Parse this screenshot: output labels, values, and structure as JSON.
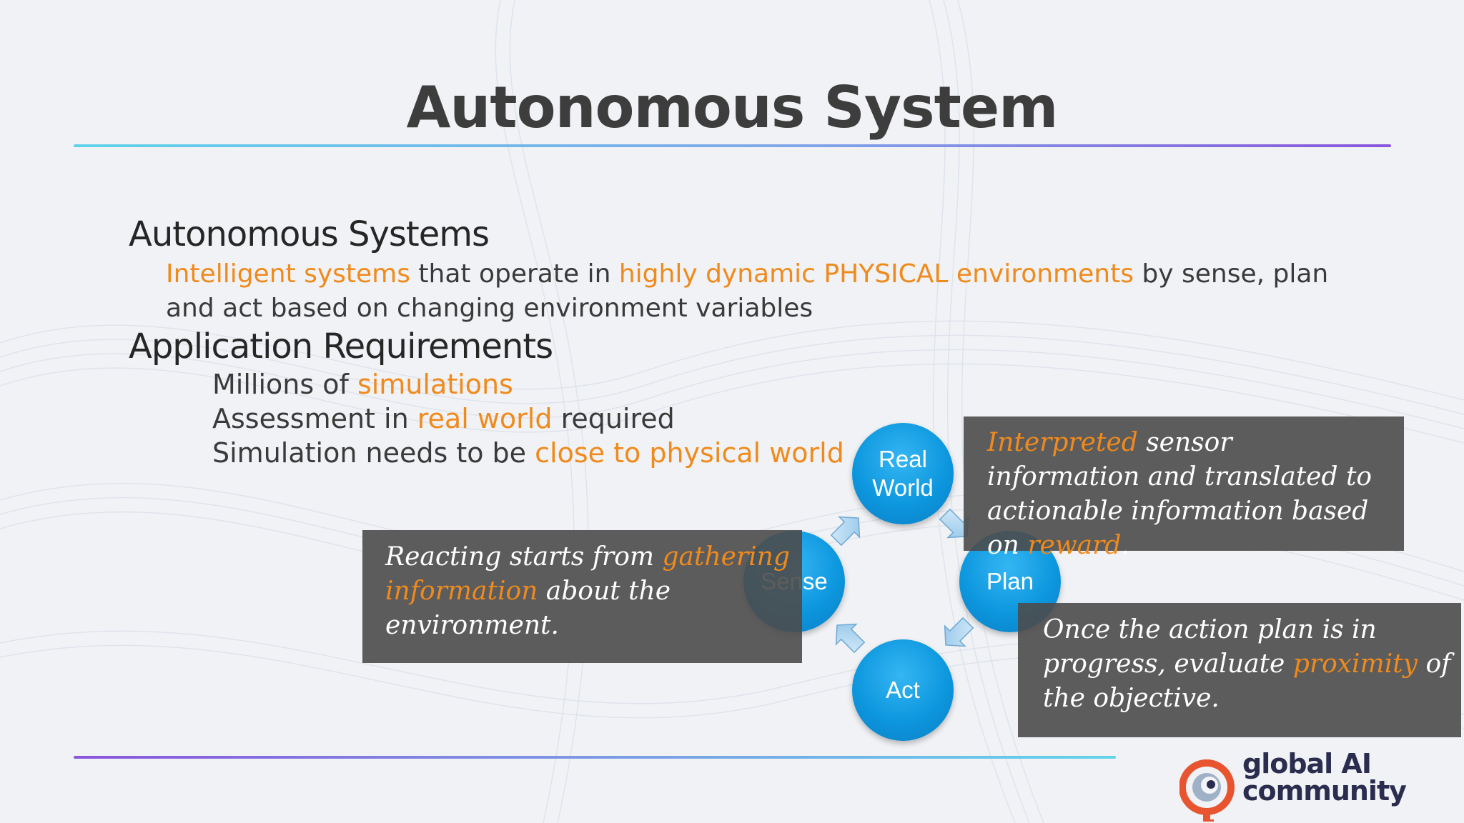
{
  "slide": {
    "title": "Autonomous System"
  },
  "section1": {
    "heading": "Autonomous Systems",
    "hl1": "Intelligent systems",
    "text1": " that operate in ",
    "hl2": "highly dynamic PHYSICAL environments",
    "text2": " by sense, plan and act based on changing environment variables"
  },
  "section2": {
    "heading": "Application Requirements",
    "items": [
      {
        "pre": "Millions of ",
        "hl": "simulations",
        "post": ""
      },
      {
        "pre": "Assessment in ",
        "hl": "real world",
        "post": " required"
      },
      {
        "pre": "Simulation needs to be ",
        "hl": "close to physical world",
        "post": ""
      }
    ]
  },
  "cycle": {
    "nodes": {
      "real_world": "Real\nWorld",
      "plan": "Plan",
      "act": "Act",
      "sense": "Sense"
    },
    "callouts": {
      "plan": {
        "hl": "Interpreted",
        "text1": " sensor information and translated to actionable information based on ",
        "hl2": "reward",
        "text2": "."
      },
      "sense": {
        "text1": "Reacting starts from ",
        "hl": "gathering information",
        "text2": " about the environment."
      },
      "act": {
        "text1": "Once the action plan is in progress, evaluate ",
        "hl": "proximity",
        "text2": " of the objective."
      }
    }
  },
  "logo": {
    "line1": "global AI",
    "line2": "community"
  },
  "colors": {
    "accent_orange": "#f08a1c",
    "node_blue": "#0d97de",
    "callout_bg": "#4b4b4b",
    "title": "#3d3d3d",
    "logo_red": "#e8542f",
    "logo_blue": "#2b2d4f"
  }
}
